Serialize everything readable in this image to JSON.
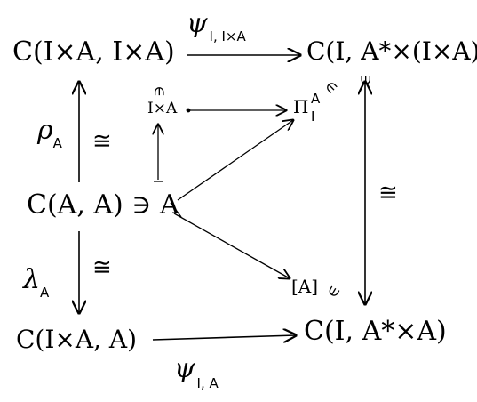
{
  "nodes": {
    "top_left": "C(I×A, I×A)",
    "top_right": "C(I, A*×(I×A))",
    "bottom_left": "C(I×A, A)",
    "bottom_right": "C(I, A*×A)",
    "middle_left": "C(A, A) ∋ A",
    "inner_top": "I×A",
    "inner_top_right": "Π",
    "inner_top_right_sup": "A",
    "inner_top_right_sub": "I",
    "inner_bottom_right": "[A]",
    "inner_i": "I"
  },
  "arrows": {
    "top": {
      "symbol": "ψ",
      "subscript": "I, I×A"
    },
    "bottom": {
      "symbol": "ψ",
      "subscript": "I, A"
    },
    "left_upper": {
      "symbol": "ρ",
      "subscript": "A",
      "iso": "≅"
    },
    "left_lower": {
      "symbol": "λ",
      "subscript": "A",
      "iso": "≅"
    },
    "right": {
      "iso": "≅"
    }
  },
  "membership_symbol": "∈"
}
